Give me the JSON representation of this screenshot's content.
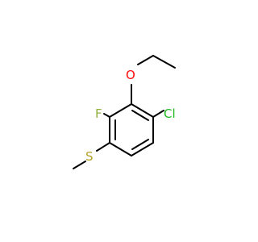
{
  "molecule": {
    "atoms": {
      "oxygen": {
        "label": "O",
        "color": "#ff0d0d"
      },
      "chlorine": {
        "label": "Cl",
        "color": "#1fb81f"
      },
      "fluorine": {
        "label": "F",
        "color": "#8fb33c"
      },
      "sulfur": {
        "label": "S",
        "color": "#b5a228"
      }
    },
    "bond_color": "#000000",
    "background": "#ffffff"
  }
}
